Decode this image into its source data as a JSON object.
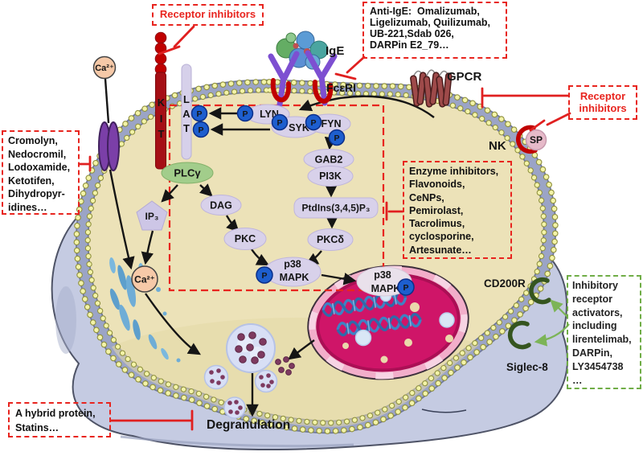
{
  "boxes": {
    "receptor_inhibitors_top": {
      "label": "Receptor inhibitors"
    },
    "anti_ige": {
      "lines": [
        "Anti-IgE:  Omalizumab,",
        "Ligelizumab, Quilizumab,",
        "UB-221,Sdab 026,",
        "DARPin E2_79…"
      ]
    },
    "receptor_inhibitors_right": {
      "lines": [
        "Receptor",
        "inhibitors"
      ]
    },
    "cromolyn": {
      "lines": [
        "Cromolyn,",
        "Nedocromil,",
        "Lodoxamide,",
        "Ketotifen,",
        "Dihydropyr-",
        "idines…"
      ]
    },
    "enzyme": {
      "lines": [
        "Enzyme inhibitors,",
        "Flavonoids,",
        "CeNPs,",
        "Pemirolast,",
        "Tacrolimus,",
        "cyclosporine,",
        "Artesunate…"
      ]
    },
    "inhibitory_activators": {
      "lines": [
        "Inhibitory",
        "receptor",
        "activators,",
        "including",
        "lirentelimab,",
        "DARPin,",
        "LY3454738",
        "…"
      ]
    },
    "hybrid": {
      "lines": [
        "A hybrid protein,",
        "Statins…"
      ]
    }
  },
  "receptors": {
    "ige": "IgE",
    "fceri": "FcεRI",
    "gpcr": "GPCR",
    "nk": "NK",
    "sp": "SP",
    "cd200r": "CD200R",
    "siglec8": "Siglec-8",
    "kit": [
      "K",
      "I",
      "T"
    ],
    "lat": [
      "L",
      "A",
      "T"
    ]
  },
  "molecules": {
    "lyn": "LYN",
    "syk": "SYK",
    "fyn": "FYN",
    "gab2": "GAB2",
    "pi3k": "PI3K",
    "ptdins": "PtdIns(3,4,5)P₃",
    "pkcdelta": "PKCδ",
    "pkc": "PKC",
    "dag": "DAG",
    "ip3": "IP₃",
    "plcgamma": "PLCγ",
    "p38_line1": "p38",
    "p38_line2": "MAPK",
    "phospho": "P",
    "ca": "Ca²⁺"
  },
  "process": {
    "degranulation": "Degranulation"
  },
  "colors": {
    "box_red": "#e8251f",
    "inhibit_red": "#e02020",
    "box_green": "#70ad47",
    "cell_fill": "#ece2b8",
    "membrane": "#9aa3c5",
    "bead": "#f2f2a6",
    "kit_red": "#a50f15",
    "ige_purple": "#7d4fd1",
    "fceri_red": "#c00000",
    "phospho_blue": "#1d5ece",
    "nucleus_pink": "#cf1568",
    "hook_green": "#35551f",
    "er_blue": "#6fadd6",
    "granule_dot": "#7e3a60"
  }
}
